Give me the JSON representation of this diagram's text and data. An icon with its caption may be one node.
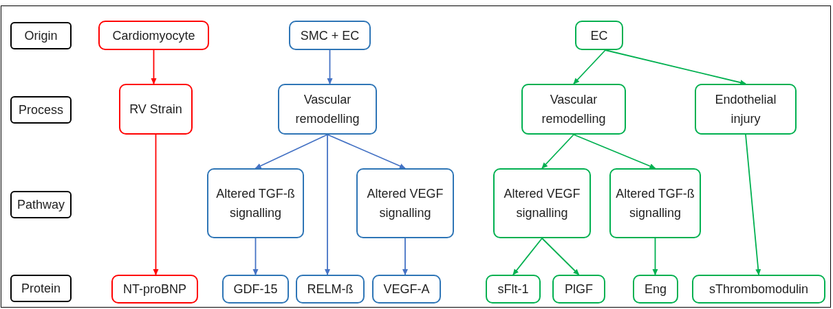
{
  "diagram": {
    "nodes": [
      {
        "text": [
          "Origin"
        ]
      },
      {
        "text": [
          "Process"
        ]
      },
      {
        "text": [
          "Pathway"
        ]
      },
      {
        "text": [
          "Protein"
        ]
      },
      {
        "text": [
          "Cardiomyocyte"
        ]
      },
      {
        "text": [
          "SMC + EC"
        ]
      },
      {
        "text": [
          "EC"
        ]
      },
      {
        "text": [
          "RV Strain"
        ]
      },
      {
        "text": [
          "Vascular remodelling"
        ]
      },
      {
        "text": [
          "Vascular remodelling"
        ]
      },
      {
        "text": [
          "Endothelial injury"
        ]
      },
      {
        "text": [
          "Altered TGF-ß signalling"
        ]
      },
      {
        "text": [
          "Altered VEGF signalling"
        ]
      },
      {
        "text": [
          "Altered VEGF signalling"
        ]
      },
      {
        "text": [
          "Altered TGF-ß signalling"
        ]
      },
      {
        "text": [
          "NT-proBNP"
        ]
      },
      {
        "text": [
          "GDF-15"
        ]
      },
      {
        "text": [
          "RELM-ß"
        ]
      },
      {
        "text": [
          "VEGF-A"
        ]
      },
      {
        "text": [
          "sFlt-1"
        ]
      },
      {
        "text": [
          "PlGF"
        ]
      },
      {
        "text": [
          "Eng"
        ]
      },
      {
        "text": [
          "sThrombomodulin"
        ]
      }
    ],
    "edges": [
      {
        "from": 4,
        "to": 7,
        "arrow": "to",
        "color": "#ff0000"
      },
      {
        "from": 7,
        "to": 15,
        "arrow": "to",
        "color": "#ff0000"
      },
      {
        "from": 5,
        "to": 8,
        "arrow": "to",
        "color": "#4472c4"
      },
      {
        "from": 8,
        "to": 11,
        "arrow": "to",
        "color": "#4472c4"
      },
      {
        "from": 8,
        "to": 17,
        "arrow": "to",
        "color": "#4472c4"
      },
      {
        "from": 8,
        "to": 12,
        "arrow": "to",
        "color": "#4472c4"
      },
      {
        "from": 11,
        "to": 16,
        "arrow": "to",
        "color": "#4472c4"
      },
      {
        "from": 12,
        "to": 18,
        "arrow": "to",
        "color": "#4472c4"
      },
      {
        "from": 6,
        "to": 9,
        "arrow": "to"
      },
      {
        "from": 6,
        "to": 10,
        "arrow": "to"
      },
      {
        "from": 9,
        "to": 13,
        "arrow": "to"
      },
      {
        "from": 9,
        "to": 14,
        "arrow": "to"
      },
      {
        "from": 13,
        "to": 19,
        "arrow": "to"
      },
      {
        "from": 13,
        "to": 20,
        "arrow": "to"
      },
      {
        "from": 14,
        "to": 21,
        "arrow": "to"
      },
      {
        "from": 10,
        "to": 22,
        "arrow": "to"
      }
    ]
  }
}
